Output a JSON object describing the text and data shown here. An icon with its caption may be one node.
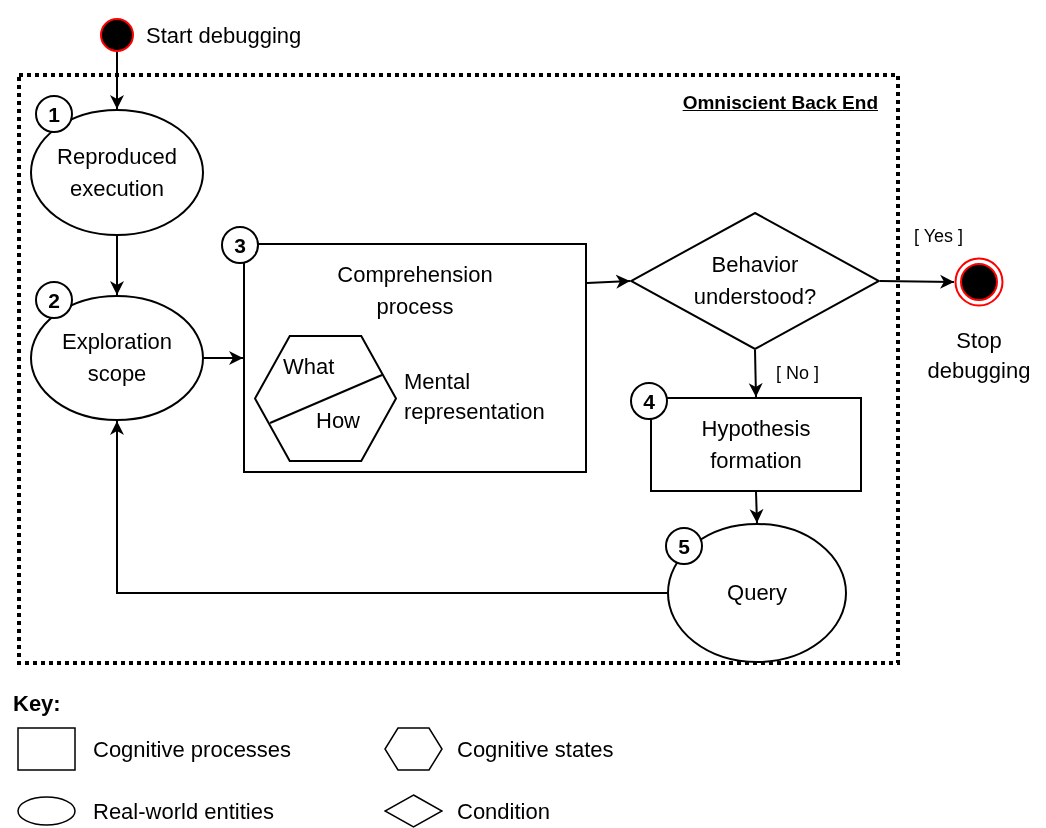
{
  "diagram": {
    "nodes": [
      {
        "text": [],
        "shape": "circle",
        "beside": [
          "Start debugging"
        ]
      },
      {
        "text": [
          "Omniscient Back End"
        ]
      },
      {
        "text": [
          "1"
        ],
        "in": 1
      },
      {
        "text": [
          "Reproduced execution"
        ],
        "in": 1
      },
      {
        "text": [
          "2"
        ],
        "in": 1
      },
      {
        "text": [
          "Exploration scope"
        ],
        "in": 1
      },
      {
        "text": [
          "3"
        ],
        "in": 1
      },
      {
        "text": [
          "Comprehension process"
        ],
        "in": 1
      },
      {
        "text": [
          "What",
          "How"
        ],
        "in": 7,
        "beside": [
          "Mental representation"
        ]
      },
      {
        "text": [
          "Behavior understood?"
        ],
        "in": 1
      },
      {
        "text": [],
        "shape": "circle",
        "beside": [
          "Stop debugging"
        ]
      },
      {
        "text": [
          "4"
        ],
        "in": 1
      },
      {
        "text": [
          "Hypothesis formation"
        ],
        "in": 1
      },
      {
        "text": [
          "5"
        ],
        "in": 1
      },
      {
        "text": [
          "Query"
        ],
        "in": 1
      }
    ],
    "edges": [
      {
        "from": 0,
        "to": 3,
        "arrow": "to"
      },
      {
        "from": 3,
        "to": 5,
        "arrow": "to"
      },
      {
        "from": 5,
        "to": 7,
        "arrow": "to"
      },
      {
        "from": 7,
        "to": 9,
        "arrow": "to"
      },
      {
        "from": 9,
        "to": 10,
        "arrow": "to",
        "label": "[ Yes ]"
      },
      {
        "from": 9,
        "to": 12,
        "arrow": "to",
        "label": "[ No ]"
      },
      {
        "from": 12,
        "to": 14,
        "arrow": "to"
      },
      {
        "from": 14,
        "to": 5,
        "arrow": "to"
      }
    ],
    "labels": [
      "Key:"
    ],
    "legend": [
      {
        "text": "Cognitive processes"
      },
      {
        "text": "Cognitive states"
      },
      {
        "text": "Real-world entities"
      },
      {
        "text": "Condition"
      }
    ]
  }
}
